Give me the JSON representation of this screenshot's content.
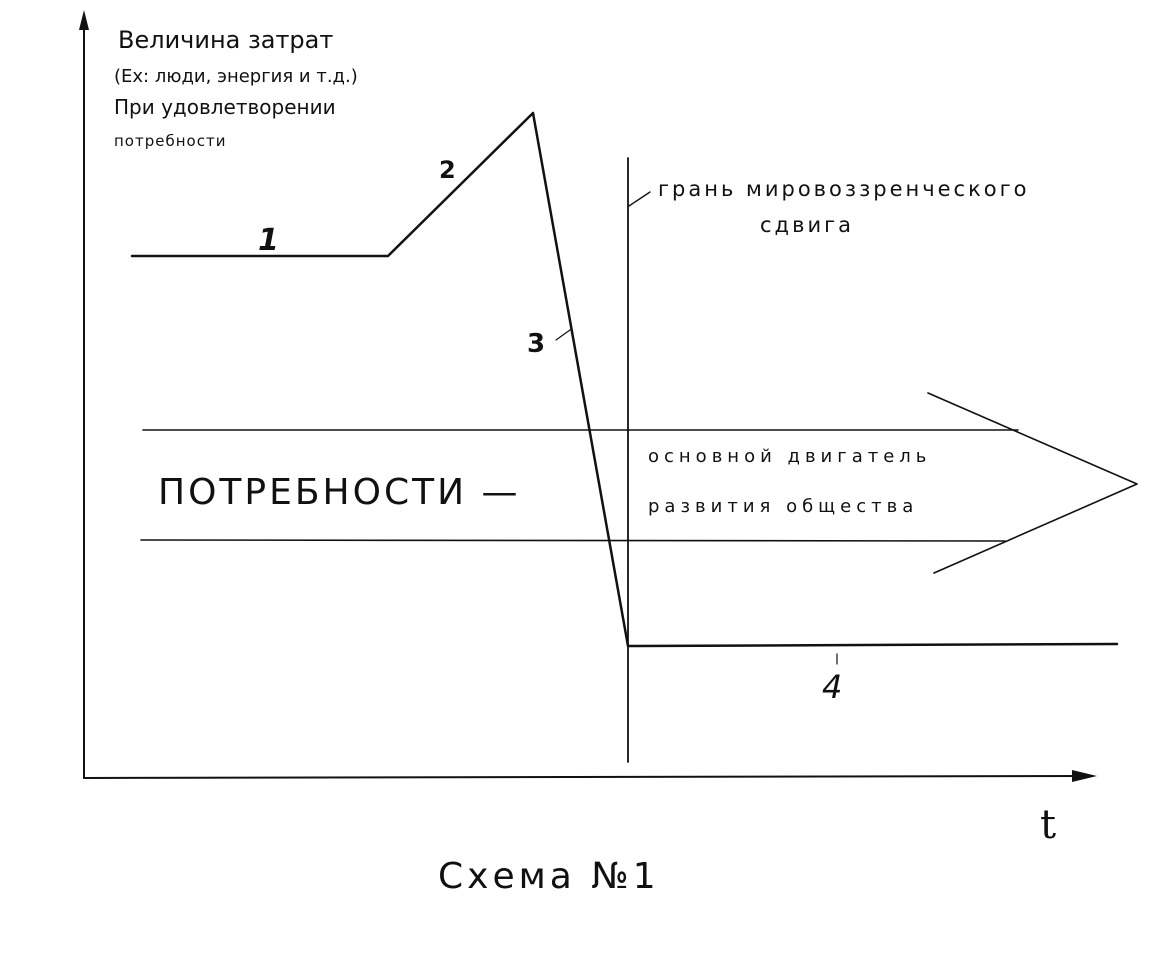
{
  "y_axis_label": {
    "line1": "Величина затрат",
    "line2": "(Ex: люди, энергия и т.д.)",
    "line3": "При удовлетворении",
    "line4": "потребности"
  },
  "x_axis_label": "t",
  "segment_labels": [
    "1",
    "2",
    "3",
    "4"
  ],
  "boundary_label": {
    "line1": "грань мировоззренческого",
    "line2": "сдвига"
  },
  "arrow_text": {
    "left": "ПОТРЕБНОСТИ —",
    "right_line1": "основной двигатель",
    "right_line2": "развития общества"
  },
  "caption": "Схема №1"
}
